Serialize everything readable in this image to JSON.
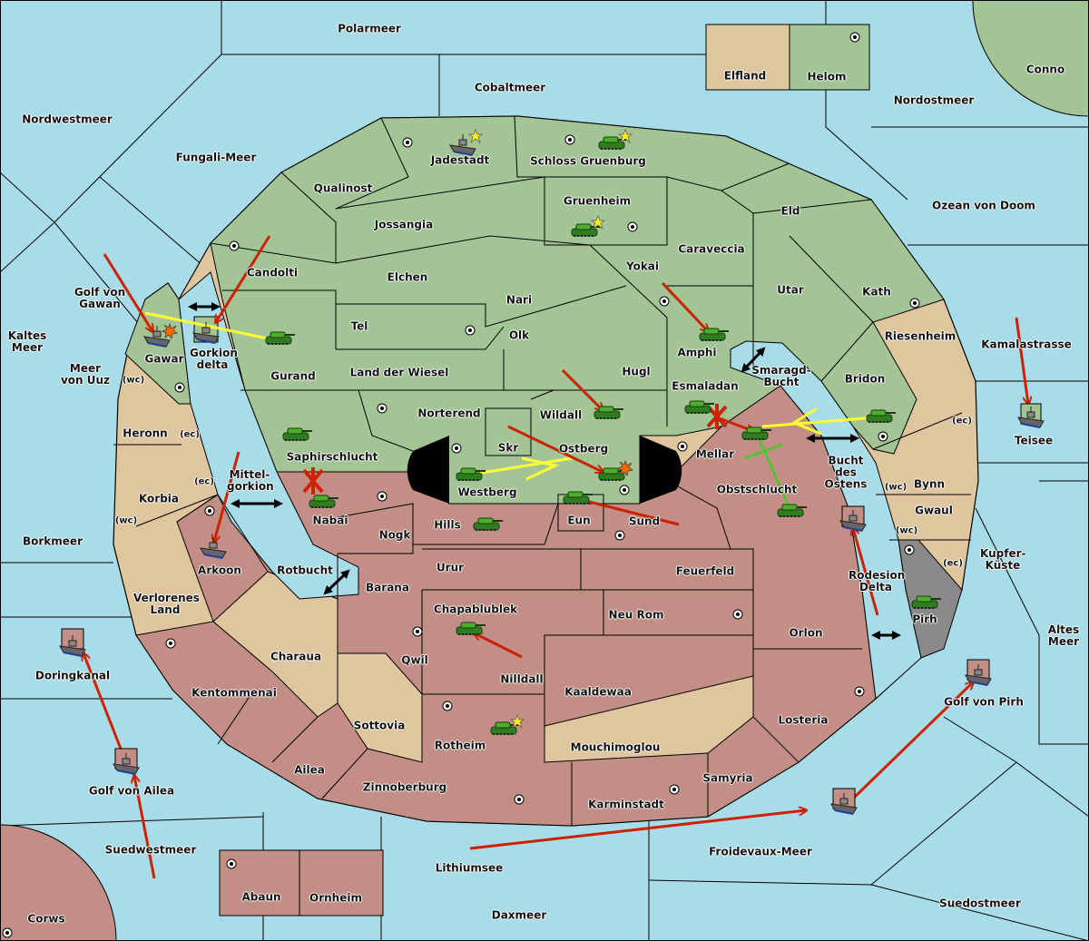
{
  "colors": {
    "sea": "#a8dce8",
    "green_power": "#a3c596",
    "red_power": "#c28e85",
    "neutral": "#e0c69e",
    "gray_power": "#8a8a8a",
    "move_arrow": "#cc2200",
    "support_line": "#ffff33",
    "convoy_line": "#44cc22"
  },
  "regions": {
    "polarmeer": "Polarmeer",
    "cobaltmeer": "Cobaltmeer",
    "elfland": "Elfland",
    "helom": "Helom",
    "conno": "Conno",
    "nordostmeer": "Nordostmeer",
    "nordwestmeer": "Nordwestmeer",
    "fungali": "Fungali-Meer",
    "jadestadt": "Jadestadt",
    "schloss": "Schloss Gruenburg",
    "qualinost": "Qualinost",
    "gruenheim": "Gruenheim",
    "ozean": "Ozean von Doom",
    "eld": "Eld",
    "jossangia": "Jossangia",
    "caraveccia": "Caraveccia",
    "yokai": "Yokai",
    "candolti": "Candolti",
    "elchen": "Elchen",
    "golf_gawan": "Golf von Gawan",
    "utar": "Utar",
    "kath": "Kath",
    "nari": "Nari",
    "tel": "Tel",
    "olk": "Olk",
    "kaltes": "Kaltes Meer",
    "riesenheim": "Riesenheim",
    "kamalastrasse": "Kamalastrasse",
    "amphi": "Amphi",
    "gawar": "Gawar",
    "gorkion": "Gorkion delta",
    "uuz": "Meer von Uuz",
    "wiesel": "Land der Wiesel",
    "gurand": "Gurand",
    "hugl": "Hugl",
    "smaragd": "Smaragd-Bucht",
    "bridon": "Bridon",
    "esmaladan": "Esmaladan",
    "norterend": "Norterend",
    "wildall": "Wildall",
    "heronn": "Heronn",
    "teisee": "Teisee",
    "skr": "Skr",
    "ostberg": "Ostberg",
    "mellar": "Mellar",
    "saphirschlucht": "Saphirschlucht",
    "bucht_ostens": "Bucht des Ostens",
    "mittelgorkion": "Mittel-gorkion",
    "bynn": "Bynn",
    "obstschlucht": "Obstschlucht",
    "westberg": "Westberg",
    "korbia": "Korbia",
    "nabai": "Nabai",
    "eun": "Eun",
    "sund": "Sund",
    "hills": "Hills",
    "gwaul": "Gwaul",
    "nogk": "Nogk",
    "borkmeer": "Borkmeer",
    "kupfer": "Kupfer-Küste",
    "urur": "Urur",
    "rotbucht": "Rotbucht",
    "arkoon": "Arkoon",
    "feuerfeld": "Feuerfeld",
    "rodesion": "Rodesion Delta",
    "barana": "Barana",
    "verlorenes": "Verlorenes Land",
    "chapablublek": "Chapablublek",
    "neurom": "Neu Rom",
    "pirh": "Pirh",
    "orlon": "Orlon",
    "altes": "Altes Meer",
    "charaua": "Charaua",
    "qwil": "Qwil",
    "doringkanal": "Doringkanal",
    "nilldall": "Nilldall",
    "kaaldewaa": "Kaaldewaa",
    "kentommenai": "Kentommenai",
    "golf_pirh": "Golf von Pirh",
    "losteria": "Losteria",
    "sottovia": "Sottovia",
    "rotheim": "Rotheim",
    "mouchimoglou": "Mouchimoglou",
    "ailea": "Ailea",
    "samyria": "Samyria",
    "zinnoberburg": "Zinnoberburg",
    "golf_ailea": "Golf von Ailea",
    "karminstadt": "Karminstadt",
    "suedwestmeer": "Suedwestmeer",
    "froidevaux": "Froidevaux-Meer",
    "lithiumsee": "Lithiumsee",
    "abaun": "Abaun",
    "ornheim": "Ornheim",
    "suedostmeer": "Suedostmeer",
    "daxmeer": "Daxmeer",
    "corws": "Corws"
  },
  "coasts": {
    "wc": "(wc)",
    "ec": "(ec)"
  },
  "icons": {
    "army": "tank-icon",
    "fleet": "ship-icon",
    "supply_center": "supply-center-icon",
    "home_star": "star-icon",
    "dislodged": "explosion-icon"
  }
}
